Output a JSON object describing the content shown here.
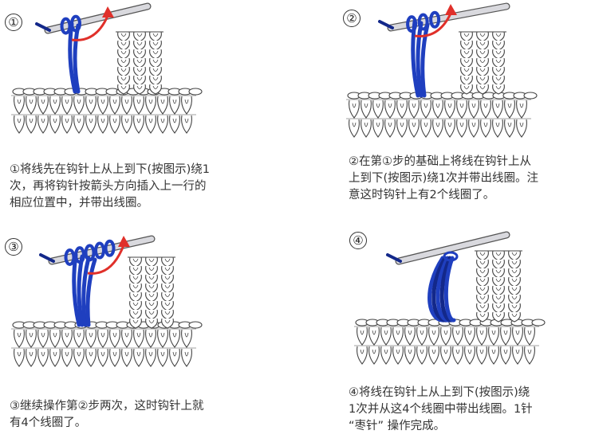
{
  "colors": {
    "yarn_blue": "#1f3fbf",
    "yarn_dark": "#13288a",
    "arrow_red": "#e0302a",
    "outline": "#444444",
    "hook": "#d9d9de"
  },
  "steps": [
    {
      "marker": "①",
      "caption": "①将线先在钩针上从上到下(按图示)绕1\n次，再将钩针按箭头方向插入上一行的\n相应位置中，并带出线圈。",
      "icons": [
        "crochet-hook-icon",
        "yarn-loop-icon",
        "direction-arrow-icon"
      ]
    },
    {
      "marker": "②",
      "caption": "②在第①步的基础上将线在钩针上从\n上到下(按图示)绕1次并带出线圈。注\n意这时钩针上有2个线圈了。",
      "icons": [
        "crochet-hook-icon",
        "yarn-loop-icon",
        "direction-arrow-icon"
      ]
    },
    {
      "marker": "③",
      "caption": "③继续操作第②步两次，这时钩针上就\n有4个线圈了。",
      "icons": [
        "crochet-hook-icon",
        "yarn-loop-icon",
        "direction-arrow-icon"
      ]
    },
    {
      "marker": "④",
      "caption": "④将线在钩针上从上到下(按图示)绕\n1次并从这4个线圈中带出线圈。1针\n“枣针” 操作完成。",
      "icons": [
        "crochet-hook-icon",
        "bobble-stitch-icon"
      ]
    }
  ]
}
